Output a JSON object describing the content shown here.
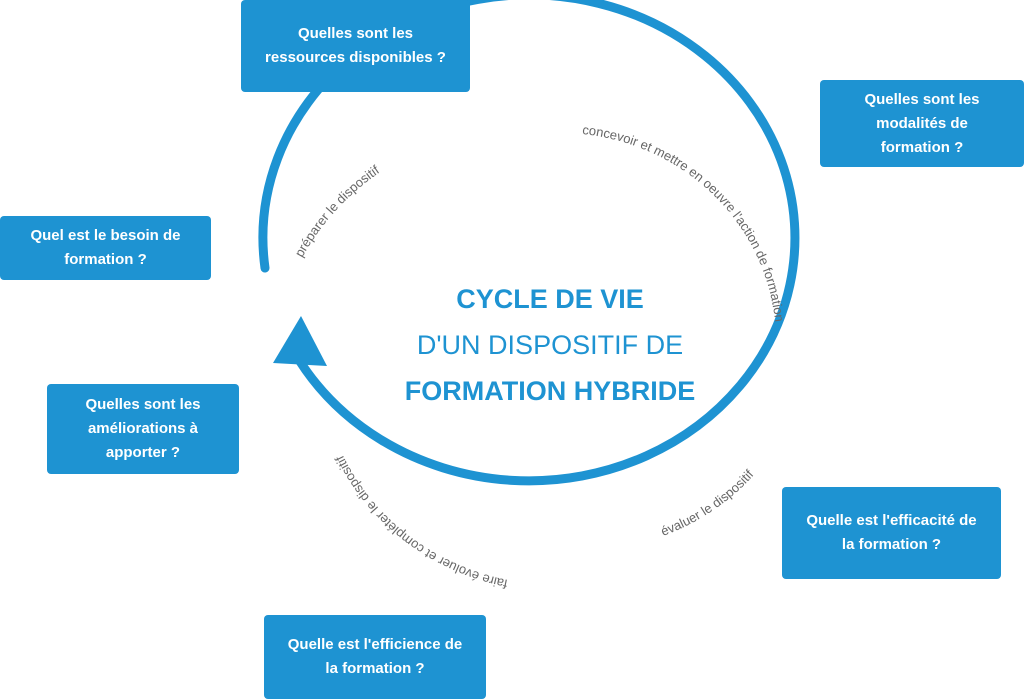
{
  "colors": {
    "accent": "#1e93d2",
    "label_gray": "#666666"
  },
  "center": {
    "line1": "CYCLE DE VIE",
    "line2": "D'UN DISPOSITIF DE",
    "line3": "FORMATION HYBRIDE"
  },
  "arc_labels": {
    "prepare": "préparer le dispositif",
    "design": "concevoir et mettre en oeuvre l'action de formation",
    "evaluate": "évaluer le dispositif",
    "evolve": "faire évoluer et compléter le dispositif"
  },
  "questions": {
    "ressources": {
      "line1": "Quelles sont les",
      "line2": "ressources disponibles ?"
    },
    "modalites": {
      "line1": "Quelles sont les",
      "line2": "modalités de",
      "line3": "formation ?"
    },
    "besoin": {
      "line1": "Quel est le besoin de",
      "line2": "formation ?"
    },
    "ameliorations": {
      "line1": "Quelles sont les",
      "line2": "améliorations à",
      "line3": "apporter ?"
    },
    "efficacite": {
      "line1": "Quelle est l'efficacité de",
      "line2": "la formation ?"
    },
    "efficience": {
      "line1": "Quelle est l'efficience de",
      "line2": "la formation ?"
    }
  }
}
